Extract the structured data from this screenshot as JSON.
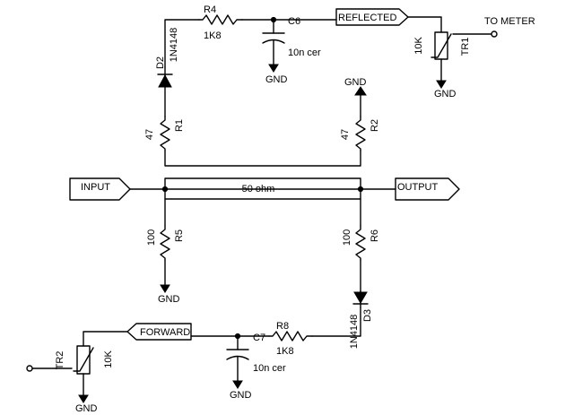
{
  "components": {
    "r1": {
      "ref": "R1",
      "value": "47"
    },
    "r2": {
      "ref": "R2",
      "value": "47"
    },
    "r4": {
      "ref": "R4",
      "value": "1K8"
    },
    "r5": {
      "ref": "R5",
      "value": "100"
    },
    "r6": {
      "ref": "R6",
      "value": "100"
    },
    "r8": {
      "ref": "R8",
      "value": "1K8"
    },
    "c6": {
      "ref": "C6",
      "value": "10n cer"
    },
    "c7": {
      "ref": "C7",
      "value": "10n cer"
    },
    "d2": {
      "ref": "D2",
      "value": "1N4148"
    },
    "d3": {
      "ref": "D3",
      "value": "1N4148"
    },
    "tr1": {
      "ref": "TR1",
      "value": "10K"
    },
    "tr2": {
      "ref": "TR2",
      "value": "10K"
    },
    "line": {
      "value": "50 ohm"
    }
  },
  "ports": {
    "reflected": "REFLECTED",
    "forward": "FORWARD",
    "input": "INPUT",
    "output": "OUTPUT"
  },
  "labels": {
    "gnd": "GND",
    "to_meter": "TO METER"
  }
}
